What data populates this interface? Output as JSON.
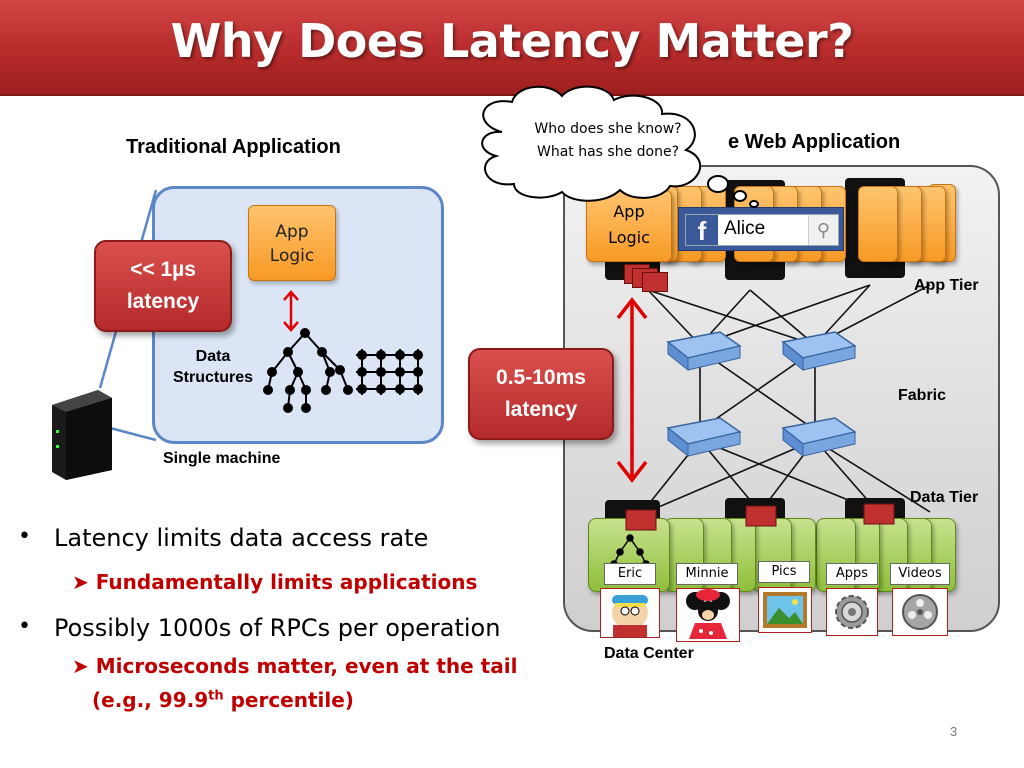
{
  "title": "Why Does Latency Matter?",
  "traditional": {
    "heading": "Traditional Application",
    "app_logic_line1": "App",
    "app_logic_line2": "Logic",
    "latency_line1": "<< 1µs",
    "latency_line2": "latency",
    "data_structures_line1": "Data",
    "data_structures_line2": "Structures",
    "machine_label": "Single machine"
  },
  "web": {
    "heading_visible": "e Web Application",
    "thought_line1": "Who does she know?",
    "thought_line2": "What has she done?",
    "app_logic_line1": "App",
    "app_logic_line2": "Logic",
    "search_value": "Alice",
    "app_tier": "App Tier",
    "fabric": "Fabric",
    "data_tier": "Data Tier",
    "latency_line1": "0.5-10ms",
    "latency_line2": "latency",
    "data_center": "Data Center",
    "users": [
      "Eric",
      "Minnie",
      "Pics",
      "Apps",
      "Videos"
    ]
  },
  "bullets": {
    "b1": "Latency limits data access rate",
    "b1_sub": "Fundamentally limits applications",
    "b2": "Possibly 1000s of RPCs per operation",
    "b2_sub_line1": "Microseconds matter, even at the tail",
    "b2_sub_line2_pre": "(e.g., 99.9",
    "b2_sub_sup": "th",
    "b2_sub_line2_post": " percentile)"
  },
  "page_number": "3",
  "colors": {
    "title_red": "#c0392b",
    "latency_red": "#c0302f",
    "app_orange": "#f79a25",
    "data_green": "#8ebf3a",
    "sub_bullet_red": "#c00000"
  }
}
